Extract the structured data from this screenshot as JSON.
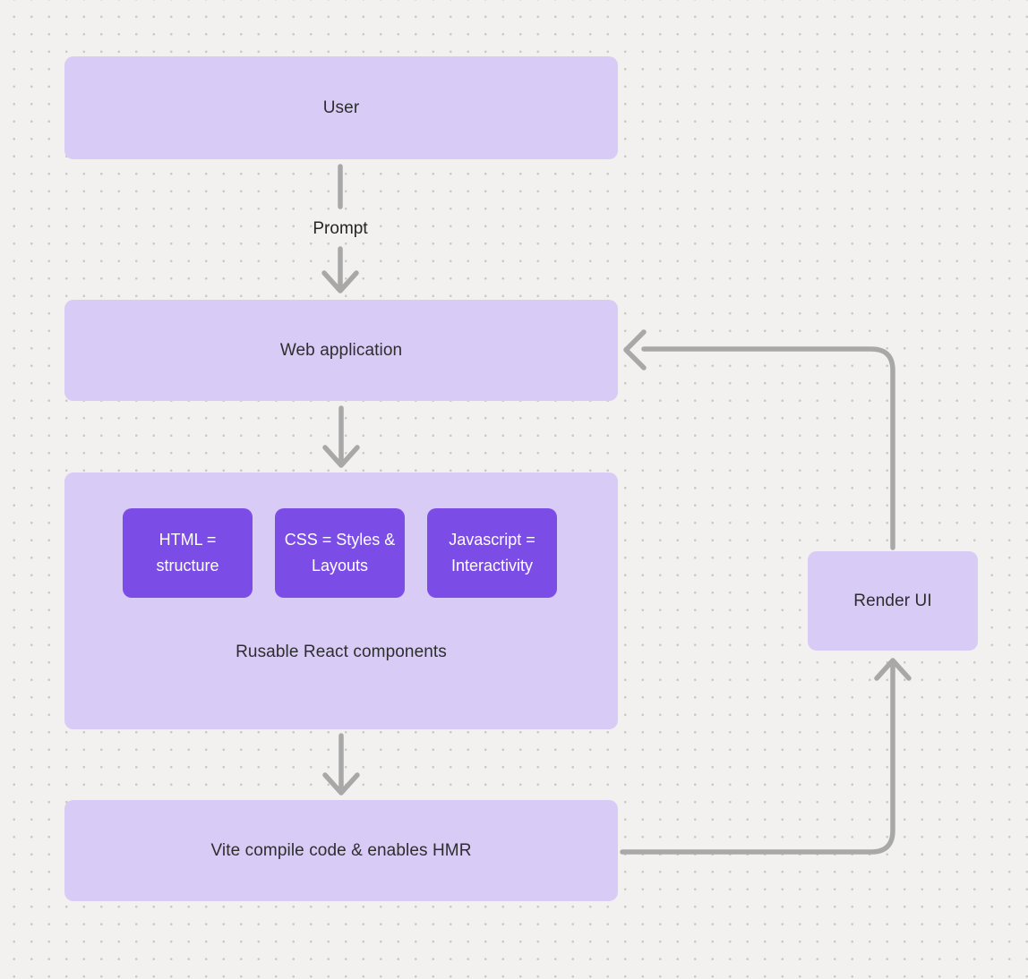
{
  "diagram": {
    "nodes": {
      "user": {
        "label": "User"
      },
      "web_application": {
        "label": "Web application"
      },
      "components_group": {
        "label": "Rusable React components",
        "children": [
          {
            "label": "HTML = structure"
          },
          {
            "label": "CSS = Styles & Layouts"
          },
          {
            "label": "Javascript = Interactivity"
          }
        ]
      },
      "vite": {
        "label": "Vite compile code & enables HMR"
      },
      "render_ui": {
        "label": "Render UI"
      }
    },
    "edges": [
      {
        "from": "user",
        "to": "web_application",
        "label": "Prompt"
      },
      {
        "from": "web_application",
        "to": "components_group",
        "label": ""
      },
      {
        "from": "components_group",
        "to": "vite",
        "label": ""
      },
      {
        "from": "vite",
        "to": "render_ui",
        "label": ""
      },
      {
        "from": "render_ui",
        "to": "web_application",
        "label": ""
      }
    ],
    "colors": {
      "background": "#f2f1ef",
      "dot_grid": "#cbc9c5",
      "node_fill": "#d8cbf5",
      "accent_fill": "#7c4de6",
      "accent_text": "#ffffff",
      "connector": "#a8a8a8",
      "text": "#2e2e2e"
    }
  }
}
